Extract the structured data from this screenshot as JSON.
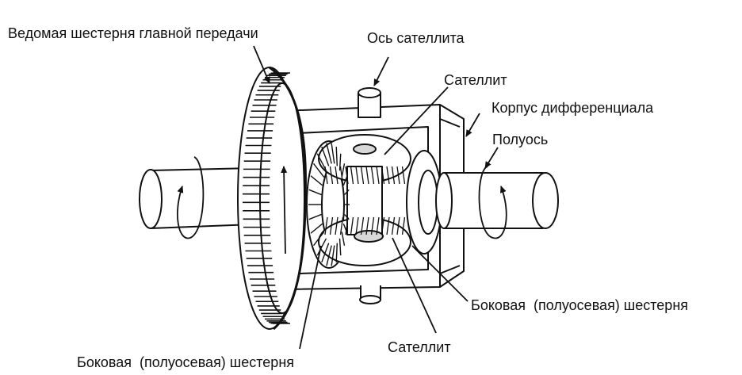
{
  "labels": {
    "ring_gear": "Ведомая шестерня главной передачи",
    "pinion_shaft": "Ось сателлита",
    "pinion_top": "Сателлит",
    "diff_case": "Корпус дифференциала",
    "axle_shaft": "Полуось",
    "side_gear_right": "Боковая  (полуосевая) шестерня",
    "pinion_bottom": "Сателлит",
    "side_gear_left": "Боковая  (полуосевая) шестерня"
  },
  "colors": {
    "line": "#111111",
    "fill": "#ffffff",
    "shade": "#d8d8d8"
  }
}
